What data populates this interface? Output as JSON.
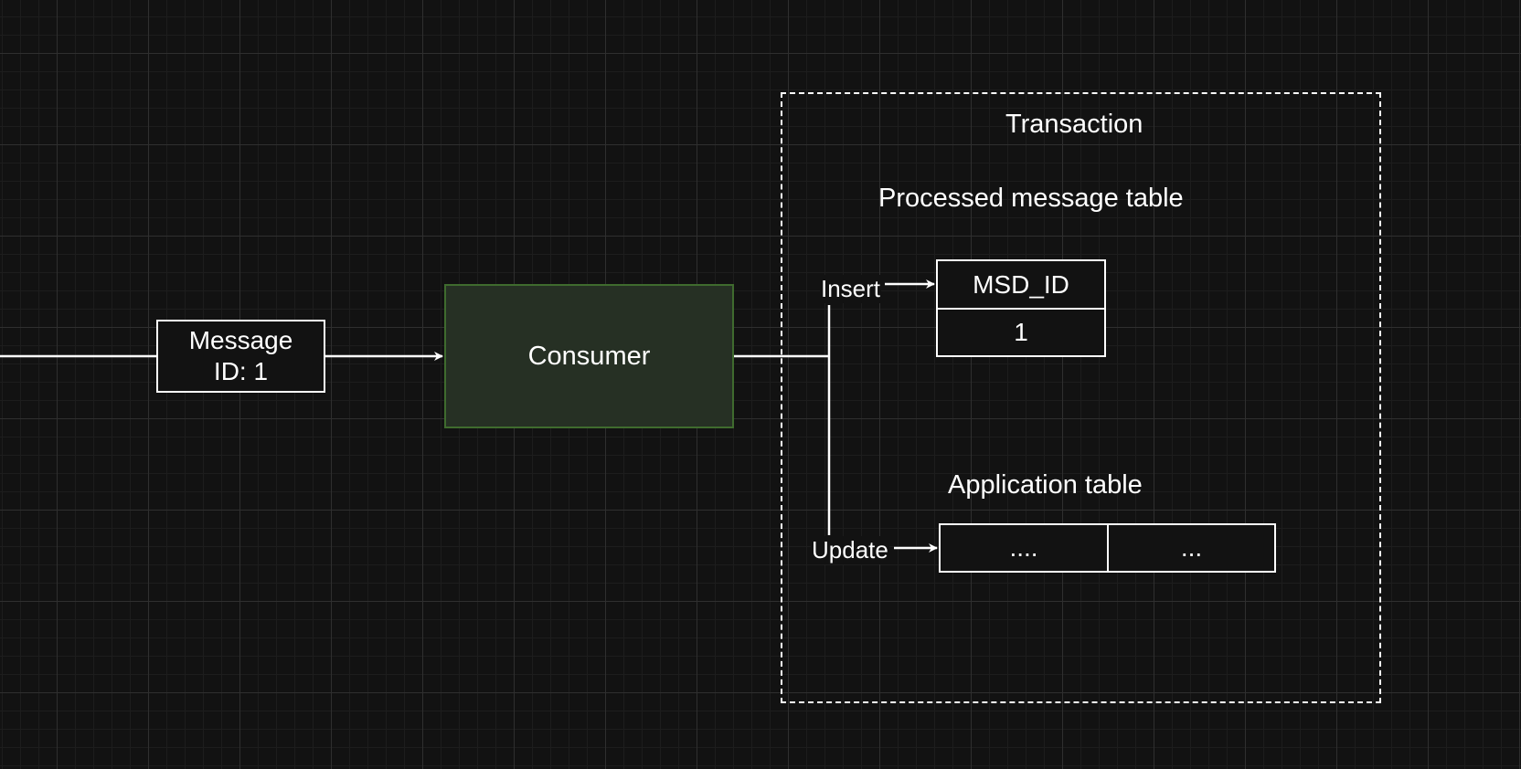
{
  "diagram": {
    "message": {
      "text": "Message\nID: 1"
    },
    "consumer": {
      "text": "Consumer"
    },
    "transaction": {
      "title": "Transaction",
      "processed_table": {
        "title": "Processed message table",
        "header": "MSD_ID",
        "value": "1"
      },
      "application_table": {
        "title": "Application table",
        "cells": [
          "....",
          "..."
        ]
      }
    },
    "edges": {
      "insert_label": "Insert",
      "update_label": "Update"
    }
  },
  "colors": {
    "background": "#121212",
    "grid_major": "#2f2f2f",
    "grid_minor": "#1d1d1d",
    "stroke": "#ffffff",
    "consumer_fill": "#263024",
    "consumer_border": "#3f6b2e"
  }
}
